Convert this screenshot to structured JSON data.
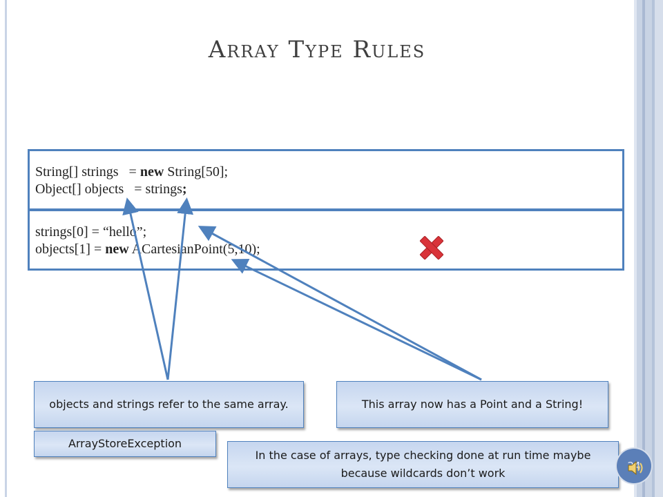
{
  "slide": {
    "title": "Array Type Rules",
    "page_number": "24"
  },
  "code": {
    "box1": {
      "line1": {
        "pre": "String[] strings   = ",
        "kw": "new",
        "post": " String[50];"
      },
      "line2": {
        "pre": "Object[] objects   = strings",
        "post": ";"
      }
    },
    "box2": {
      "line1": {
        "pre": "strings[0] = “hello”;"
      },
      "line2": {
        "pre": "objects[1] = ",
        "kw": "new",
        "post": " ACartesianPoint(5,10);"
      }
    }
  },
  "callouts": {
    "same_array": "objects and strings refer to the same array.",
    "point_and_string": "This array now has a Point and a String!",
    "exception": "ArrayStoreException",
    "run_time": "In the case of arrays, type checking done at run time maybe because wildcards don’t work"
  },
  "icons": {
    "error_mark": "red-x-icon",
    "audio": "speaker-icon"
  },
  "colors": {
    "accent": "#4f81bd",
    "error": "#d9343a",
    "callout_fill": "#d1dff3"
  }
}
